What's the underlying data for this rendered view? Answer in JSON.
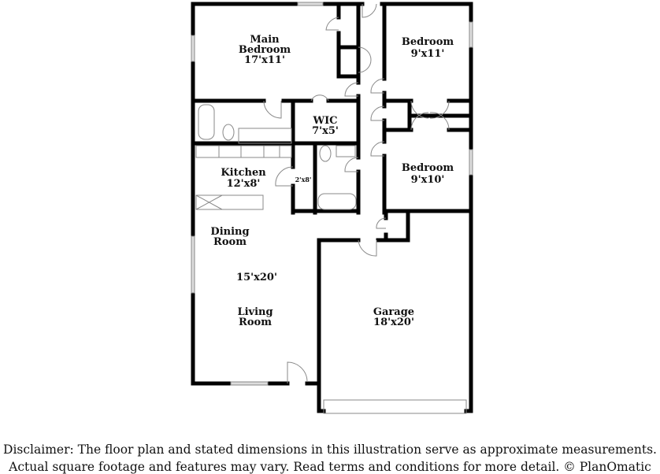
{
  "rooms": {
    "main_bedroom": {
      "name_line1": "Main",
      "name_line2": "Bedroom",
      "size": "17'x11'"
    },
    "bedroom_1": {
      "name": "Bedroom",
      "size": "9'x11'"
    },
    "bedroom_2": {
      "name": "Bedroom",
      "size": "9'x10'"
    },
    "wic": {
      "name": "WIC",
      "size": "7'x5'"
    },
    "kitchen": {
      "name": "Kitchen",
      "size": "12'x8'"
    },
    "pantry": {
      "size": "2'x8'"
    },
    "dining": {
      "name_line1": "Dining",
      "name_line2": "Room"
    },
    "living": {
      "size": "15'x20'",
      "name_line1": "Living",
      "name_line2": "Room"
    },
    "garage": {
      "name": "Garage",
      "size": "18'x20'"
    }
  },
  "disclaimer": {
    "line1": "Disclaimer: The floor plan and stated dimensions in this illustration serve as approximate measurements.",
    "line2": "Actual square footage and features may vary. Read terms and conditions for more detail. © PlanOmatic"
  },
  "colors": {
    "wall": "#000000",
    "fixture": "#888888"
  }
}
